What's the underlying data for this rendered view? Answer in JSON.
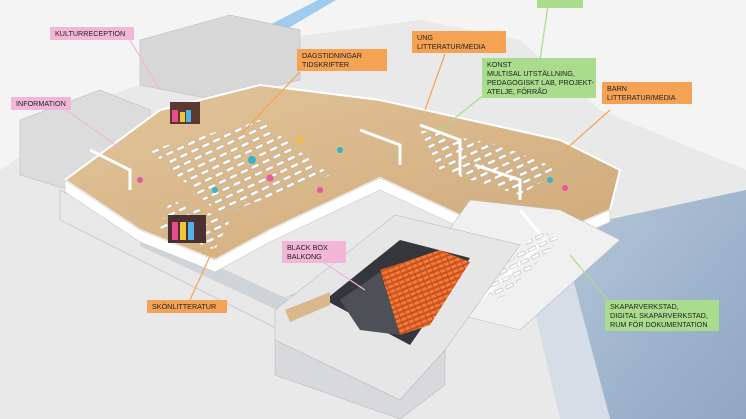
{
  "labels": {
    "kulturreception": "KULTURRECEPTION",
    "information": "INFORMATION",
    "dagstidningar_line1": "DAGSTIDNINGAR",
    "dagstidningar_line2": "TIDSKRIFTER",
    "ung_line1": "UNG",
    "ung_line2": "LITTERATUR/MEDIA",
    "konst_line1": "KONST",
    "konst_line2": "MULTISAL UTSTÄLLNING,",
    "konst_line3": "PEDAGOGISKT LAB, PROJEKT-",
    "konst_line4": "ATELJE, FÖRRÅD",
    "barn_line1": "BARN",
    "barn_line2": "LITTERATUR/MEDIA",
    "blackbox_line1": "BLACK BOX",
    "blackbox_line2": "BALKONG",
    "skonlitteratur": "SKÖNLITTERATUR",
    "skapar_line1": "SKAPARVERKSTAD,",
    "skapar_line2": "DIGITAL SKAPARVERKSTAD,",
    "skapar_line3": "RUM FÖR DOKUMENTATION"
  },
  "colors": {
    "pink": "#f2b6d9",
    "orange": "#f6a255",
    "green": "#a9dc8c",
    "floor": "#d9b98c",
    "water": "#9fb4cc",
    "seats": "#e0652c",
    "blue_beam": "#8ec4ef"
  }
}
